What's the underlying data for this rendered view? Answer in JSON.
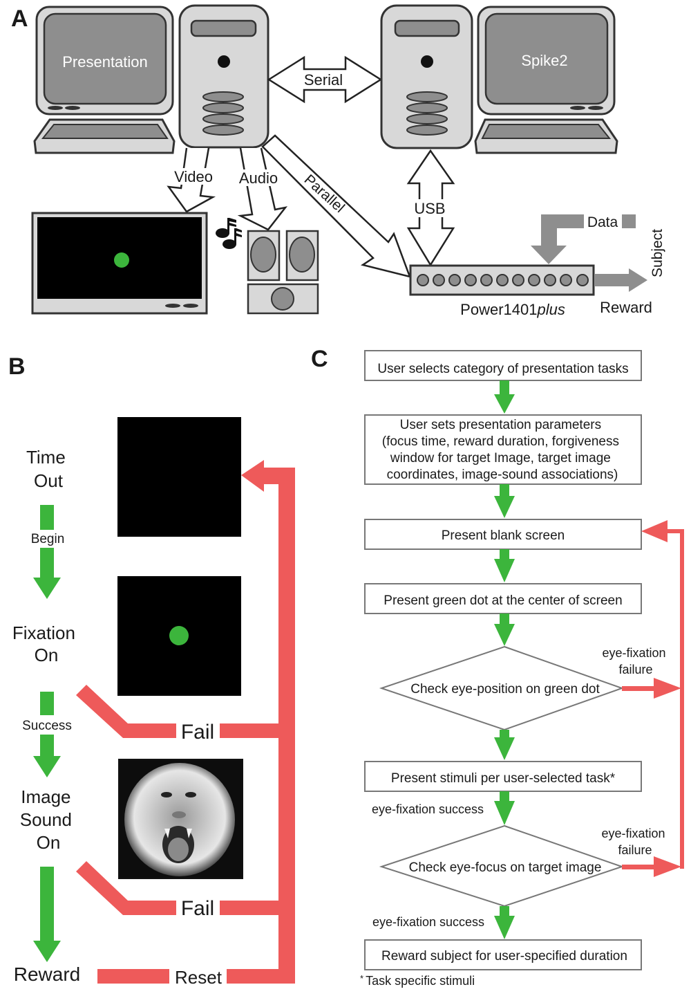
{
  "panels": {
    "a": {
      "letter": "A",
      "presentation_monitor_label": "Presentation",
      "spike2_monitor_label": "Spike2",
      "serial_label": "Serial",
      "video_label": "Video",
      "audio_label": "Audio",
      "parallel_label": "Parallel",
      "usb_label": "USB",
      "data_label": "Data",
      "subject_label": "Subject",
      "reward_label": "Reward",
      "device_label_main": "Power1401",
      "device_label_italic": "plus"
    },
    "b": {
      "letter": "B",
      "states": {
        "time_out": [
          "Time",
          "Out"
        ],
        "fixation_on": [
          "Fixation",
          "On"
        ],
        "image_sound_on": [
          "Image",
          "Sound",
          "On"
        ],
        "reward": "Reward"
      },
      "transitions": {
        "begin": "Begin",
        "success": "Success",
        "fail_1": "Fail",
        "fail_2": "Fail",
        "reset": "Reset"
      }
    },
    "c": {
      "letter": "C",
      "steps": [
        {
          "type": "box",
          "lines": [
            "User selects category of presentation tasks"
          ]
        },
        {
          "type": "box",
          "lines": [
            "User sets presentation parameters",
            "(focus time, reward duration, forgiveness",
            "window for target Image, target image",
            "coordinates, image-sound associations)"
          ]
        },
        {
          "type": "box",
          "lines": [
            "Present blank screen"
          ]
        },
        {
          "type": "box",
          "lines": [
            "Present green dot at the center of screen"
          ]
        },
        {
          "type": "decision",
          "lines": [
            "Check eye-position on green dot"
          ]
        },
        {
          "type": "box",
          "lines": [
            "Present stimuli per user-selected task*"
          ]
        },
        {
          "type": "decision",
          "lines": [
            "Check eye-focus on target image"
          ]
        },
        {
          "type": "box",
          "lines": [
            "Reward subject for user-specified duration"
          ]
        }
      ],
      "failure_label_1": [
        "eye-fixation",
        "failure"
      ],
      "failure_label_2": [
        "eye-fixation",
        "failure"
      ],
      "success_label_1": "eye-fixation success",
      "success_label_2": "eye-fixation success",
      "footnote_mark": "*",
      "footnote": "Task specific stimuli"
    }
  },
  "colors": {
    "green": "#3cb53c",
    "red": "#ee5a5a",
    "device_light": "#d8d8d8",
    "device_dark": "#8e8e8e",
    "outline": "#333333"
  }
}
